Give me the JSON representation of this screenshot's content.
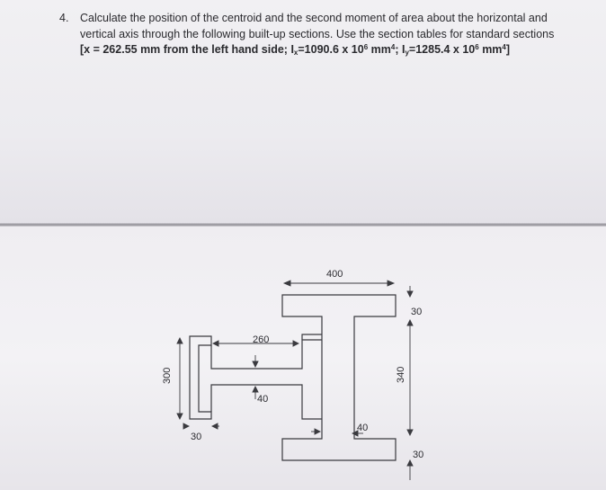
{
  "question": {
    "number": "4.",
    "text": "Calculate the position of the centroid and the second moment of area about the horizontal and vertical axis through the following built-up sections. Use the section tables for standard sections",
    "answer_open": "[x = 262.55 mm from the left hand side; I",
    "answer_sub_x": "x",
    "answer_ix": "=1090.6 x 10",
    "answer_exp_6a": "6",
    "answer_unit_a": " mm",
    "answer_exp_4a": "4",
    "answer_sep": ";",
    "answer_iy_letter": "I",
    "answer_sub_y": "y",
    "answer_iy": "=1285.4 x 10",
    "answer_exp_6b": "6",
    "answer_unit_b": " mm",
    "answer_exp_4b": "4",
    "answer_close": "]"
  },
  "drawing": {
    "dim_400": "400",
    "dim_30_top": "30",
    "dim_260": "260",
    "dim_300": "300",
    "dim_340": "340",
    "dim_40_left": "40",
    "dim_40_right": "40",
    "dim_30_left": "30",
    "dim_30_bottom": "30"
  }
}
